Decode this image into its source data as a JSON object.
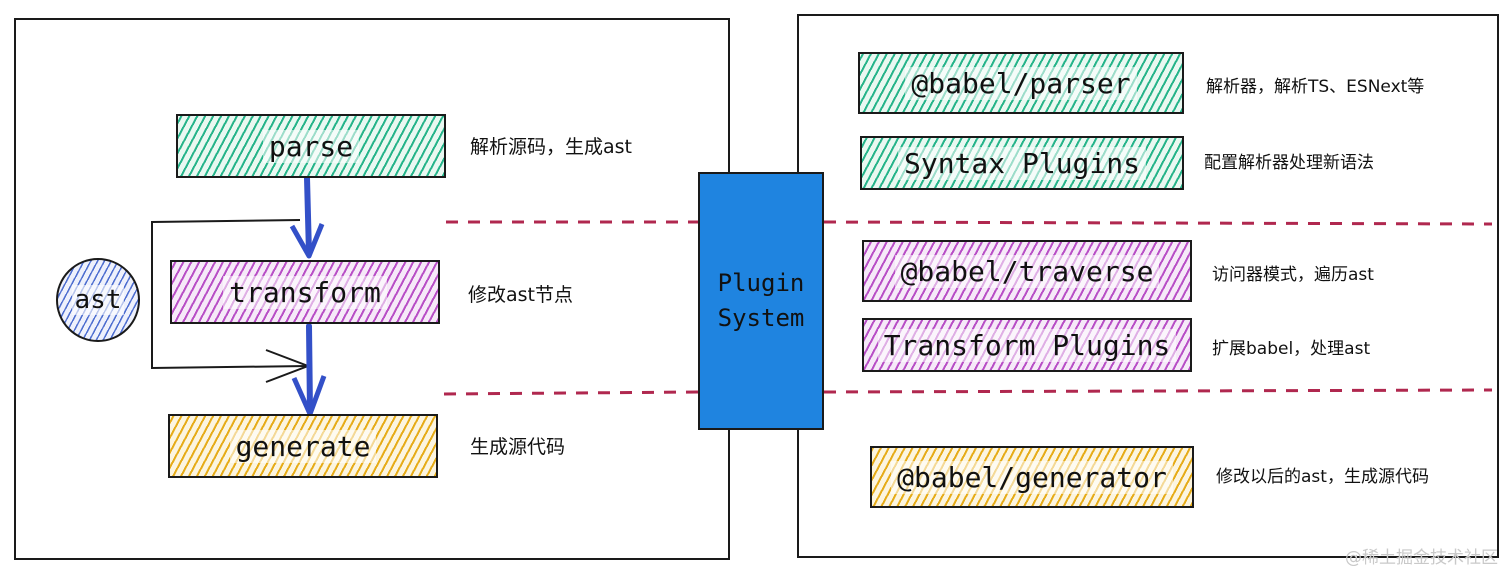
{
  "left_panel": {
    "stages": [
      {
        "label": "parse",
        "note": "解析源码，生成ast"
      },
      {
        "label": "transform",
        "note": "修改ast节点"
      },
      {
        "label": "generate",
        "note": "生成源代码"
      }
    ],
    "ast_label": "ast"
  },
  "center": {
    "plugin_line1": "Plugin",
    "plugin_line2": "System"
  },
  "right_panel": {
    "items": [
      {
        "label": "@babel/parser",
        "note": "解析器，解析TS、ESNext等"
      },
      {
        "label": "Syntax Plugins",
        "note": "配置解析器处理新语法"
      },
      {
        "label": "@babel/traverse",
        "note": "访问器模式，遍历ast"
      },
      {
        "label": "Transform Plugins",
        "note": "扩展babel，处理ast"
      },
      {
        "label": "@babel/generator",
        "note": "修改以后的ast，生成源代码"
      }
    ]
  },
  "watermark": "@稀土掘金技术社区",
  "colors": {
    "green": "#26b48a",
    "purple": "#b84fc6",
    "yellow": "#e6ac19",
    "blue_plugin": "#1f84e0",
    "arrow_blue": "#3350c8",
    "divider": "#b0284f"
  }
}
